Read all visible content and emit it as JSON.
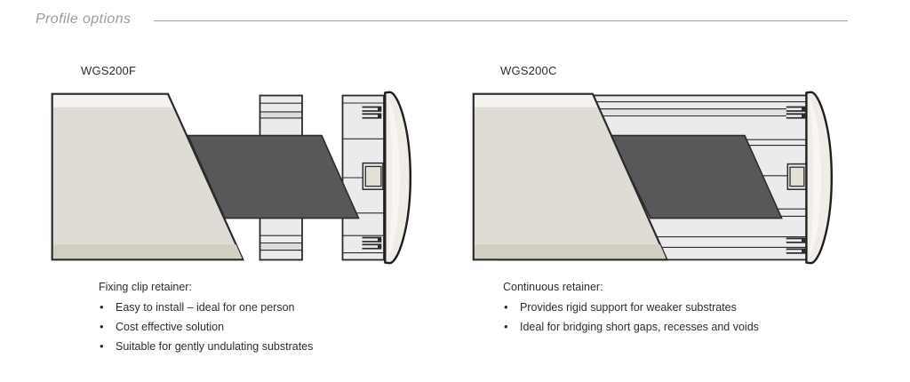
{
  "page": {
    "title": "Profile options"
  },
  "profiles": [
    {
      "code": "WGS200F",
      "retainer_type": "Fixing clip retainer:",
      "bullets": [
        "Easy to install – ideal for one person",
        "Cost effective solution",
        "Suitable for gently undulating substrates"
      ]
    },
    {
      "code": "WGS200C",
      "retainer_type": "Continuous retainer:",
      "bullets": [
        "Provides rigid support for weaker substrates",
        "Ideal for bridging short gaps, recesses and voids"
      ]
    }
  ],
  "colors": {
    "background": "#ffffff",
    "title_gray": "#9b9b9b",
    "text_dark": "#2e2e2e",
    "outline": "#2b2b2b",
    "substrate_fill": "#dfdcd5",
    "substrate_top_highlight": "#f4f3f0",
    "substrate_bottom_shade": "#d2cec1",
    "profile_fill": "#ebebee",
    "profile_band": "#dcdcdf",
    "gasket_fill": "#58585a",
    "end_cap_fill": "#efede6",
    "tab_fill": "#e3e0d6"
  }
}
